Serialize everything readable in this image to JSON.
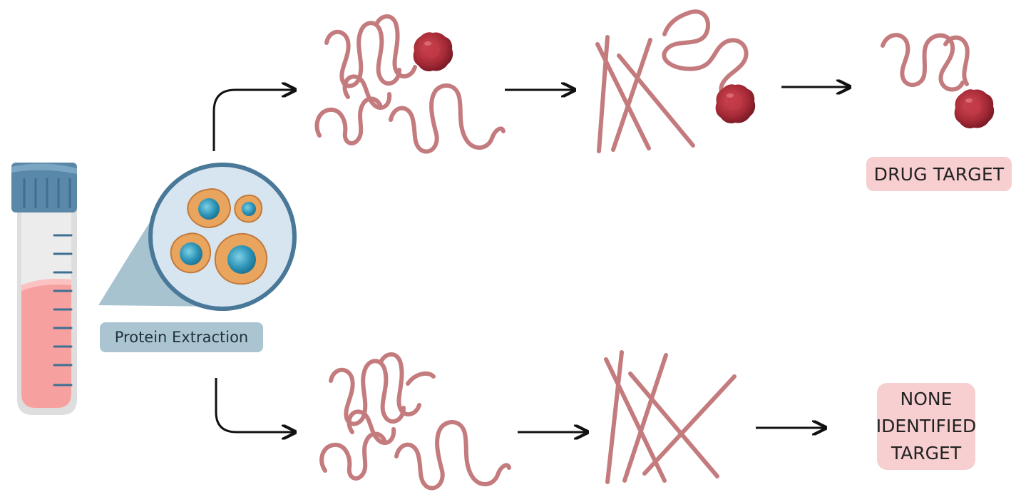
{
  "labels": {
    "extraction": "Protein Extraction",
    "drug_target": "DRUG TARGET",
    "none_target": [
      "NONE",
      "IDENTIFIED",
      "TARGET"
    ]
  },
  "icons": {
    "sample": "test-tube-icon",
    "magnifier": "cells-magnifier-icon",
    "protein": "protein-strand-icon",
    "drug": "drug-molecule-icon",
    "fiber": "denatured-fiber-icon",
    "arrow": "arrow-icon"
  },
  "colors": {
    "protein": "#c47b7e",
    "drug": "#a52a36",
    "tube_cap": "#5a88a8",
    "tube_liquid": "#f7a0a0",
    "magnifier_ring": "#4a7898",
    "magnifier_fill": "#d6e5f0",
    "cell_body": "#e9a55e",
    "cell_nucleus": "#2e95b8",
    "label_blue": "#aac5d1",
    "label_pink": "#f8cfd0"
  }
}
